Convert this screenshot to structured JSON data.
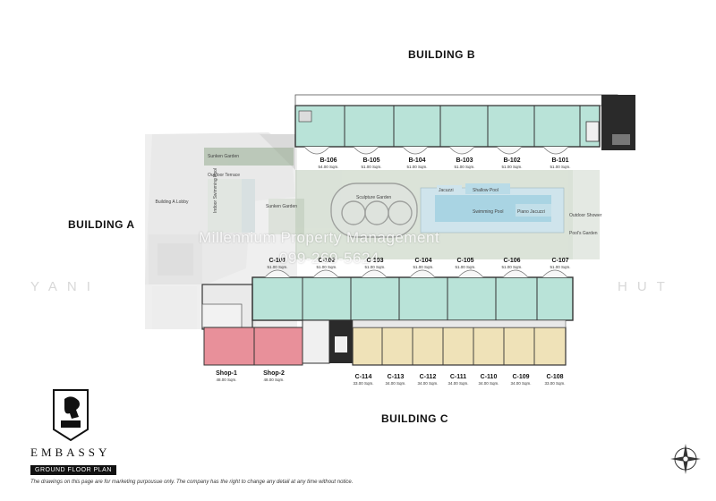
{
  "buildings": {
    "a": "BUILDING A",
    "b": "BUILDING B",
    "c": "BUILDING C"
  },
  "units_b": [
    {
      "name": "B-106",
      "size": "54.00 Sqm."
    },
    {
      "name": "B-105",
      "size": "51.00 Sqm."
    },
    {
      "name": "B-104",
      "size": "51.00 Sqm."
    },
    {
      "name": "B-103",
      "size": "51.00 Sqm."
    },
    {
      "name": "B-102",
      "size": "51.00 Sqm."
    },
    {
      "name": "B-101",
      "size": "51.00 Sqm."
    }
  ],
  "units_c_top": [
    {
      "name": "C-101",
      "size": "51.00 Sqm."
    },
    {
      "name": "C-102",
      "size": "51.00 Sqm."
    },
    {
      "name": "C-103",
      "size": "51.00 Sqm."
    },
    {
      "name": "C-104",
      "size": "51.00 Sqm."
    },
    {
      "name": "C-105",
      "size": "51.00 Sqm."
    },
    {
      "name": "C-106",
      "size": "51.00 Sqm."
    },
    {
      "name": "C-107",
      "size": "51.00 Sqm."
    }
  ],
  "units_c_bottom": [
    {
      "name": "C-114",
      "size": "33.00 Sqm."
    },
    {
      "name": "C-113",
      "size": "34.00 Sqm."
    },
    {
      "name": "C-112",
      "size": "34.00 Sqm."
    },
    {
      "name": "C-111",
      "size": "34.00 Sqm."
    },
    {
      "name": "C-110",
      "size": "34.00 Sqm."
    },
    {
      "name": "C-109",
      "size": "34.00 Sqm."
    },
    {
      "name": "C-108",
      "size": "33.00 Sqm."
    }
  ],
  "shops": [
    {
      "name": "Shop-1",
      "size": "48.00 Sqm."
    },
    {
      "name": "Shop-2",
      "size": "48.00 Sqm."
    }
  ],
  "areas": {
    "sunken_garden_1": "Sunken Garden",
    "sunken_garden_2": "Sunken Garden",
    "outdoor_terrace": "Outdoor Terrace",
    "lobby": "Building A Lobby",
    "indoor_pool": "Indoor Swimming Pool",
    "sculpture_garden": "Sculpture Garden",
    "jacuzzi": "Jacuzzi",
    "shallow_pool": "Shallow Pool",
    "swimming_pool": "Swimming Pool",
    "piano_jacuzzi": "Piano Jacuzzi",
    "outdoor_shower": "Outdoor Shower",
    "pools_garden": "Pool's Garden"
  },
  "watermark": {
    "line1": "Millennium Property Management",
    "line2": "099-269-5624"
  },
  "faint_text": {
    "left": "YANI",
    "right": "HUT"
  },
  "brand": {
    "name": "EMBASSY",
    "plan": "GROUND FLOOR PLAN"
  },
  "disclaimer": "The drawings on this page are for marketing purpousue only. The company has the right to change any detail at any time without notice.",
  "colors": {
    "unit_teal": "#b9e3d8",
    "unit_tan": "#efe2b8",
    "shop_pink": "#e8909a",
    "core_dark": "#2a2a2a"
  }
}
